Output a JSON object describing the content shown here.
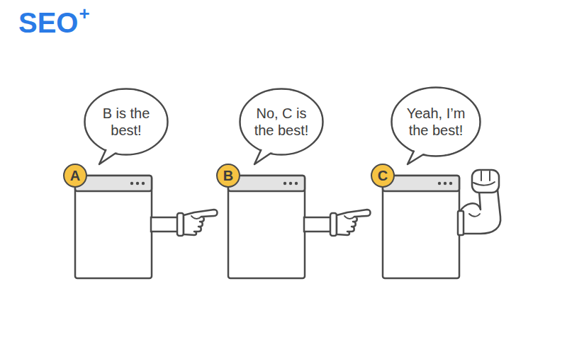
{
  "diagram": {
    "nodes": [
      {
        "text": [
          "B is the best!"
        ]
      },
      {
        "text": [
          "No, C is the best!"
        ]
      },
      {
        "text": [
          "Yeah, I’m the best!"
        ]
      },
      {
        "text": [
          "A"
        ]
      },
      {
        "text": [
          "B"
        ]
      },
      {
        "text": [
          "C"
        ]
      }
    ],
    "labels": [
      "SEO",
      "+"
    ]
  }
}
